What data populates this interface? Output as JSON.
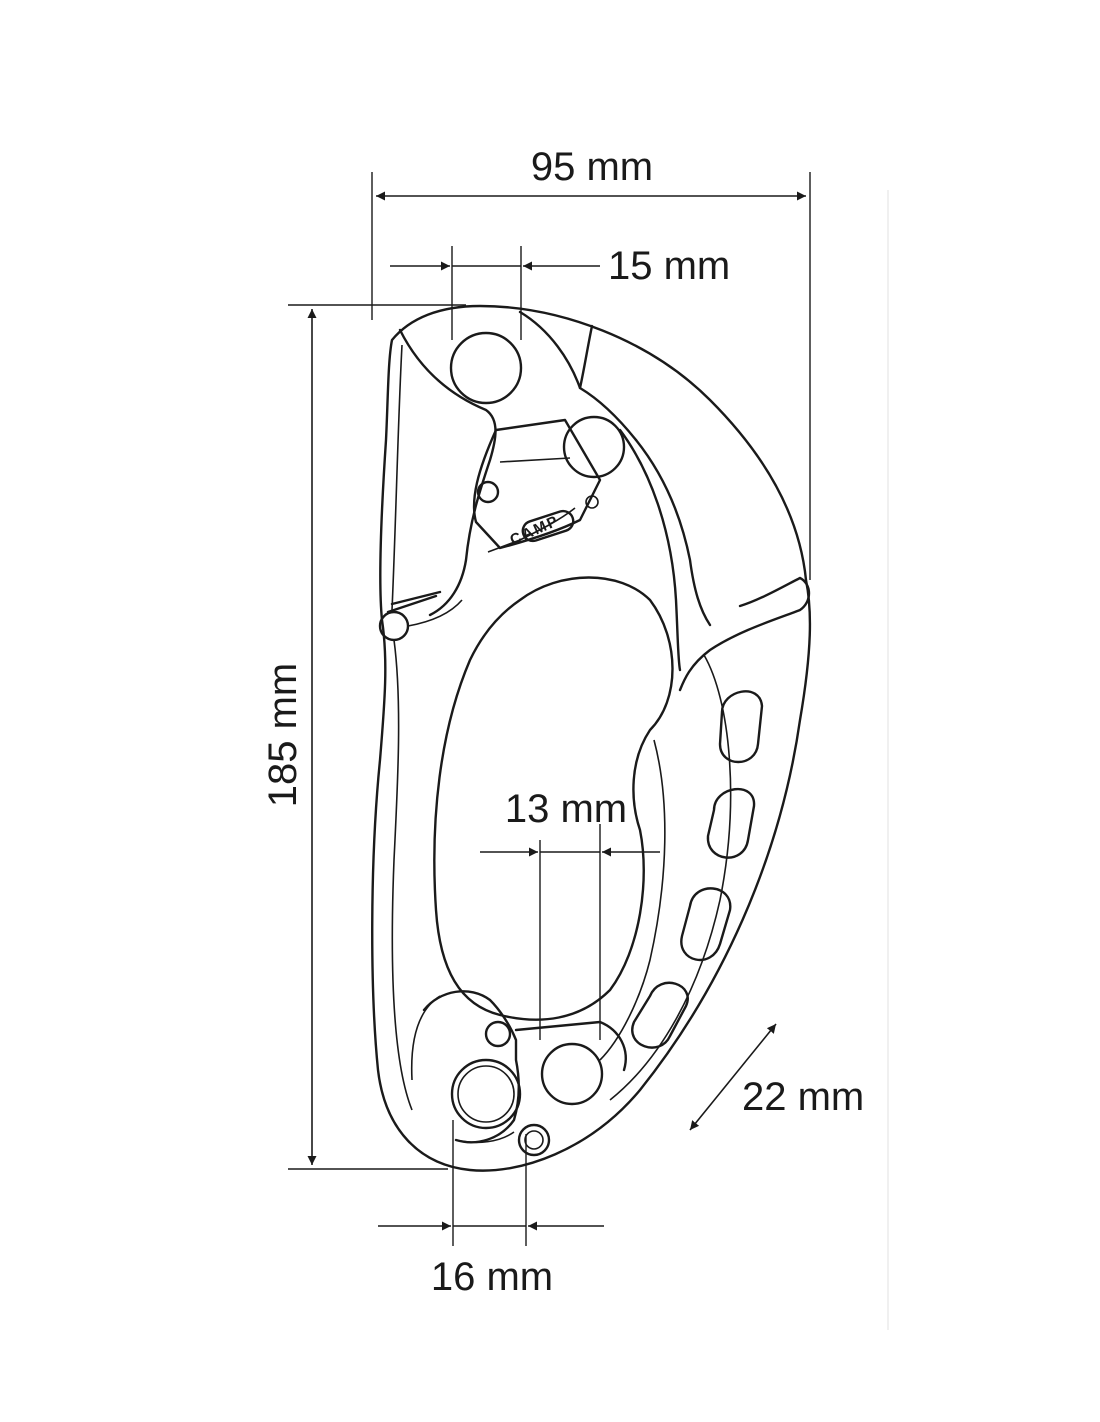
{
  "diagram": {
    "logo": "CAMP",
    "dimensions": {
      "width": "95 mm",
      "top_gap": "15 mm",
      "height": "185 mm",
      "inner_gap": "13 mm",
      "rope_diameter": "22 mm",
      "bottom_gap": "16 mm"
    },
    "colors": {
      "line": "#1a1a1a",
      "background": "#ffffff"
    }
  }
}
